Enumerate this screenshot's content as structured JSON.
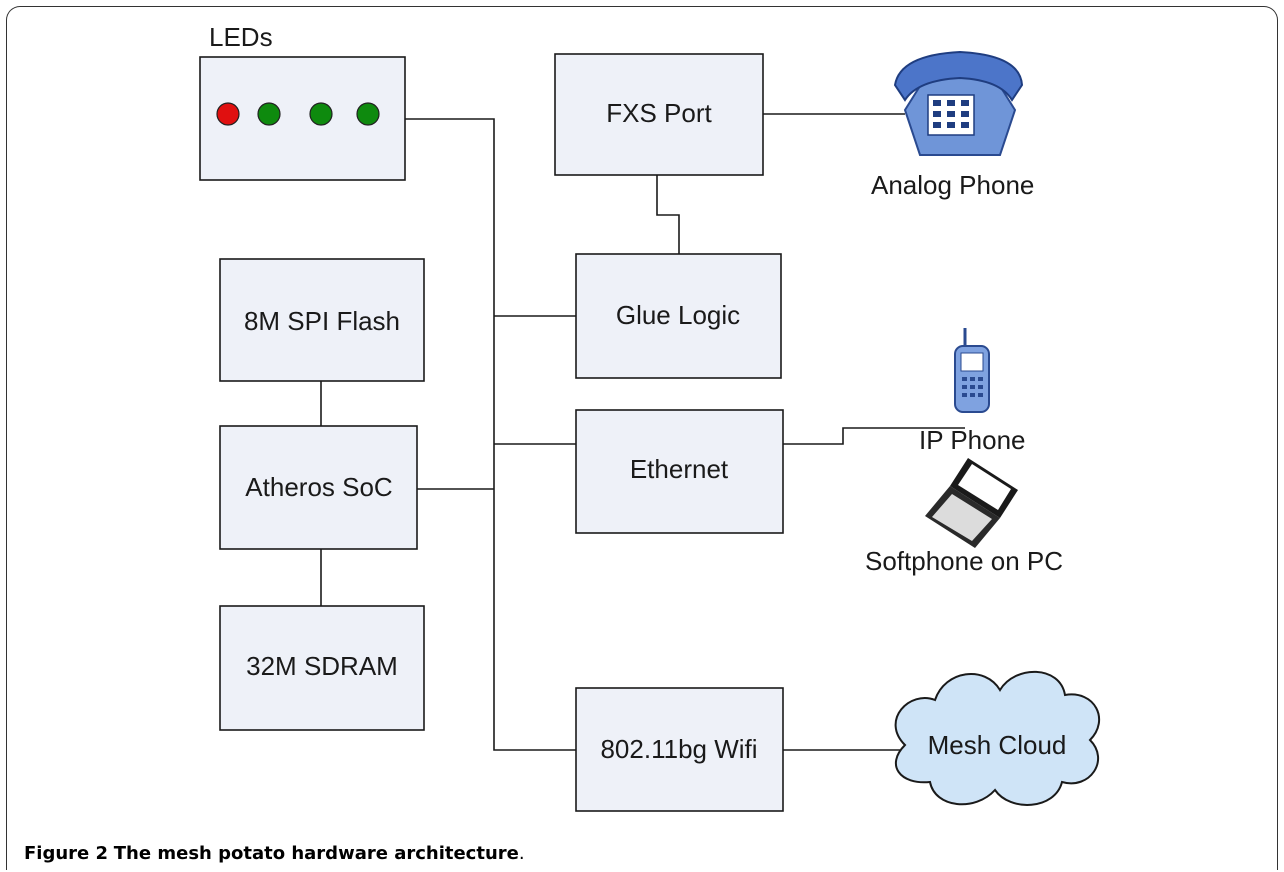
{
  "diagram": {
    "leds_label": "LEDs",
    "blocks": {
      "fxs": "FXS Port",
      "glue": "Glue Logic",
      "ethernet": "Ethernet",
      "wifi": "802.11bg Wifi",
      "flash": "8M SPI Flash",
      "soc": "Atheros SoC",
      "sdram": "32M SDRAM"
    },
    "devices": {
      "analog_phone": "Analog Phone",
      "ip_phone": "IP Phone",
      "softphone": "Softphone on PC",
      "mesh_cloud": "Mesh Cloud"
    },
    "led_colors": [
      "#e01010",
      "#0e8a0e",
      "#0e8a0e",
      "#0e8a0e"
    ]
  },
  "caption": {
    "figure_label": "Figure 2",
    "title": "The mesh potato hardware architecture",
    "end": "."
  }
}
